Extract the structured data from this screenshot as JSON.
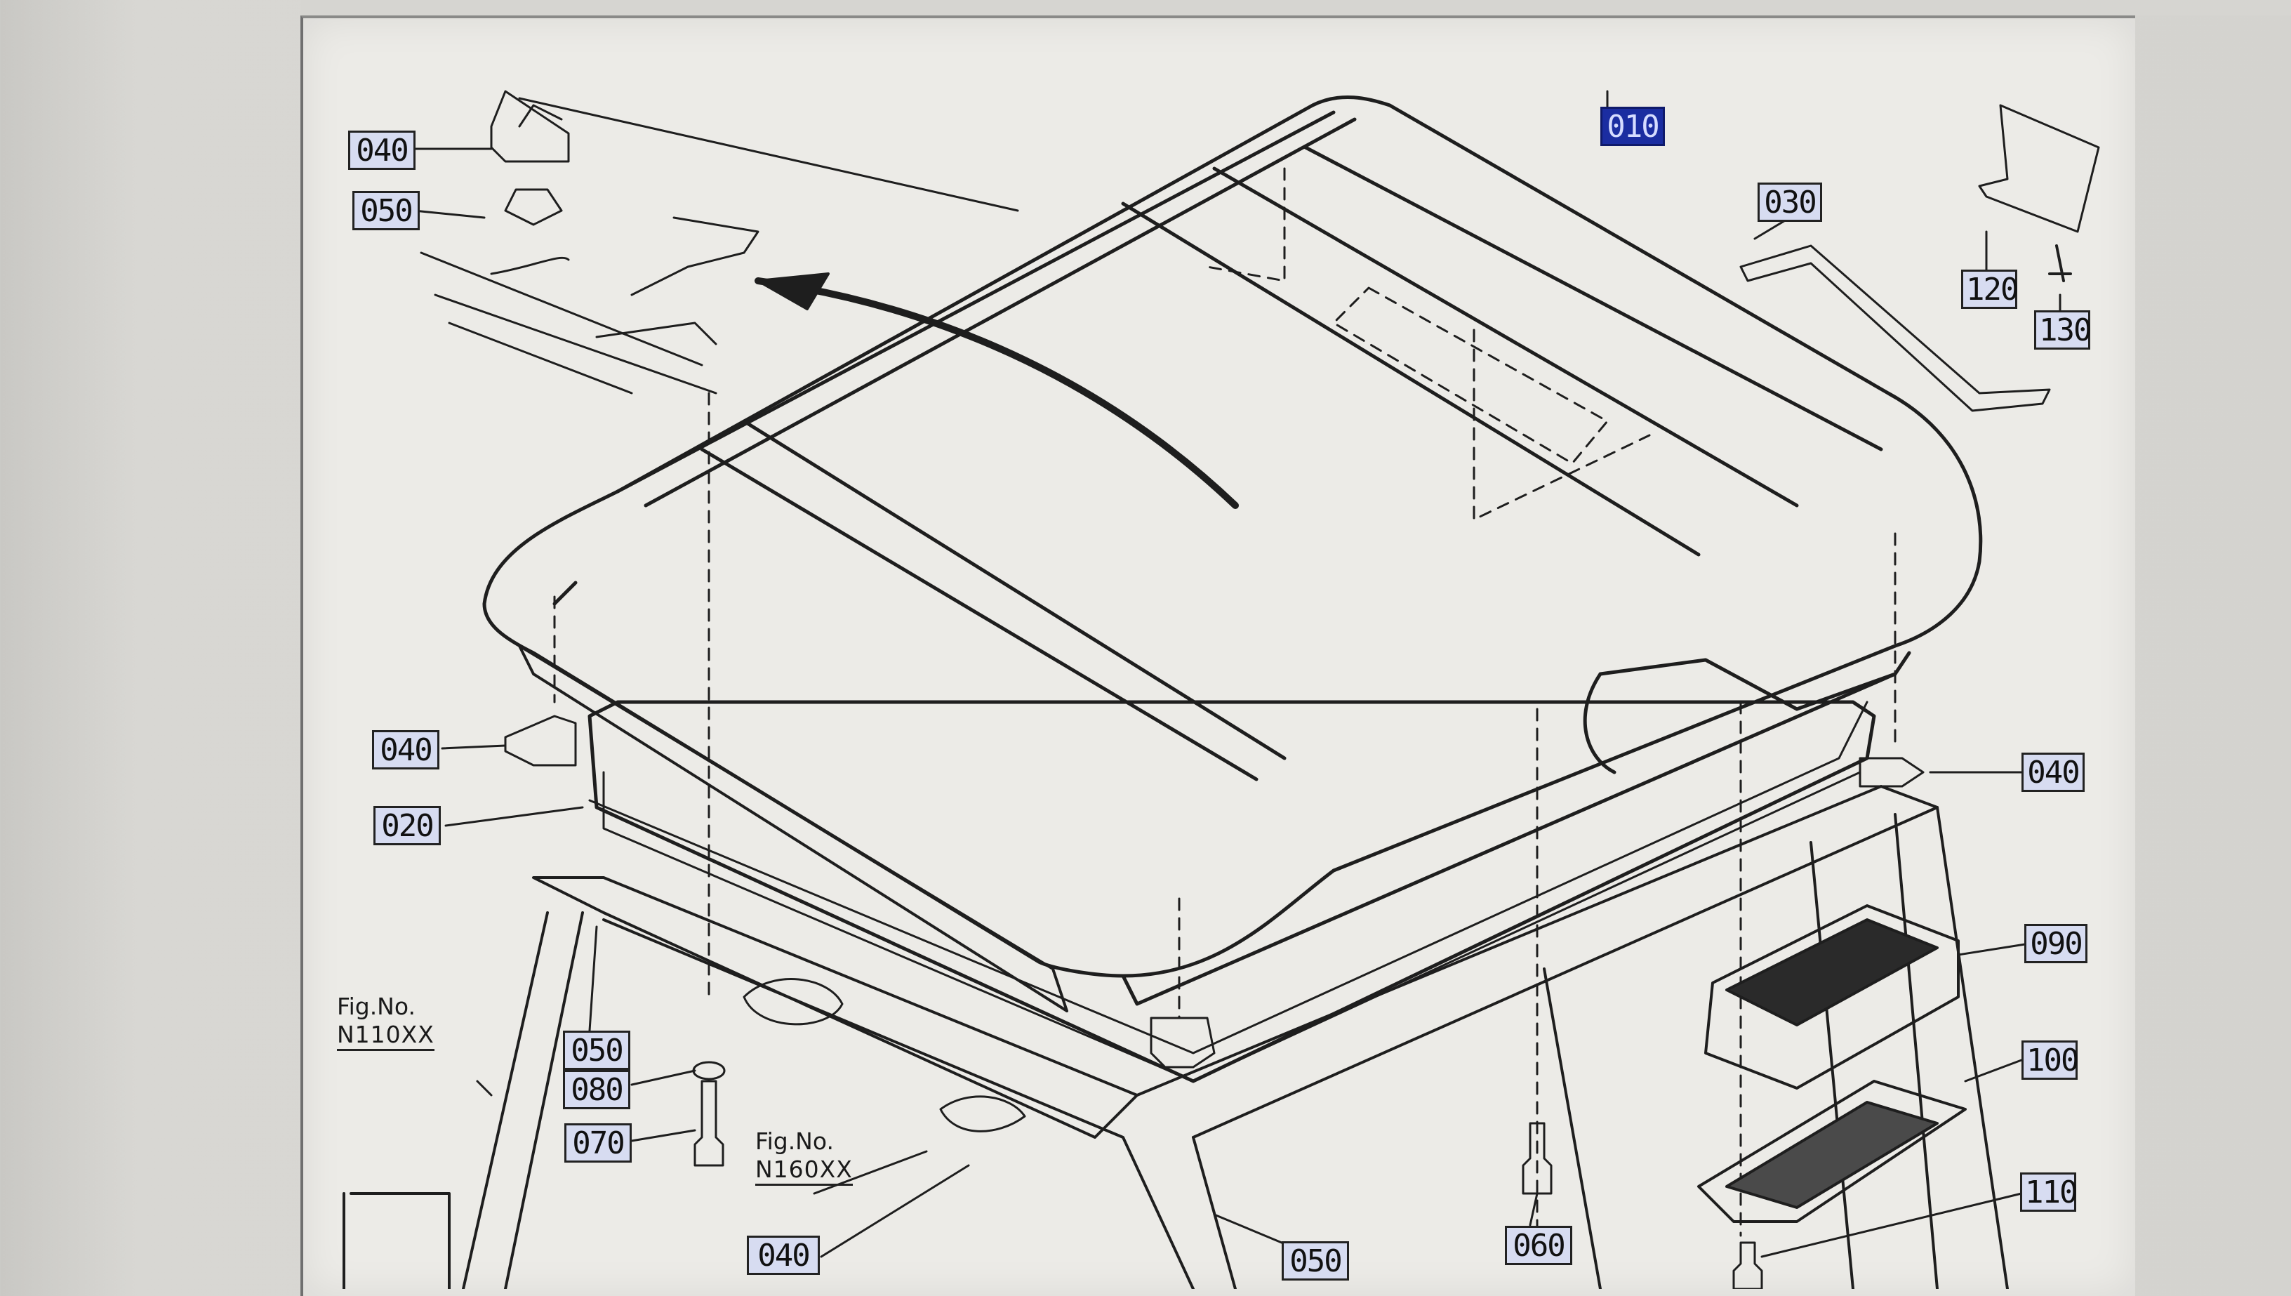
{
  "callouts": {
    "c010": "010",
    "c020": "020",
    "c030": "030",
    "c040_top": "040",
    "c040_left": "040",
    "c040_right": "040",
    "c040_bottom": "040",
    "c050_top": "050",
    "c050_left": "050",
    "c050_bottom": "050",
    "c060": "060",
    "c070": "070",
    "c080": "080",
    "c090": "090",
    "c100": "100",
    "c110": "110",
    "c120": "120",
    "c130": "130"
  },
  "figure_refs": {
    "left": {
      "label": "Fig.No.",
      "code": "N110XX"
    },
    "center": {
      "label": "Fig.No.",
      "code": "N160XX"
    }
  },
  "colors": {
    "highlight": "#1b2da1",
    "callout_fill": "#d7dcf1",
    "line": "#1e1e1e"
  }
}
